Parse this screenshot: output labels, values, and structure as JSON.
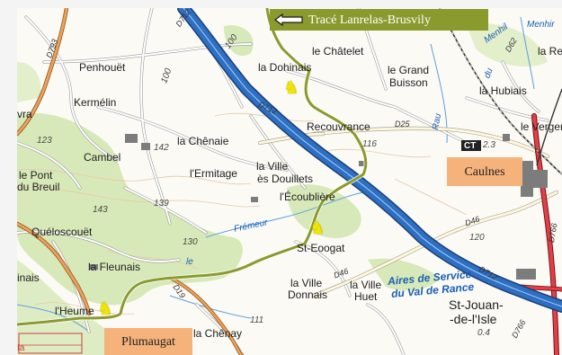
{
  "colors": {
    "track": "#8a9a2d",
    "callout": "#f5b27b",
    "motorway": "#2f6fc0",
    "motorway_casing": "#1a3e78",
    "water": "#4a90d9",
    "forest": "#d5e8b5",
    "main_road": "#e0604a",
    "secondary_road": "#e9a15b",
    "rail": "#333333"
  },
  "icons": {
    "track_arrow": "left-arrow-icon",
    "horse": "horse-icon"
  },
  "callouts": {
    "track": "Tracé Lanrelas-Brusvily",
    "caulnes": "Caulnes",
    "plumaugat": "Plumaugat"
  },
  "places": [
    "Penhouët",
    "Kermélin",
    "Cambel",
    "le Pont",
    "du Breuil",
    "Quéloscouët",
    "la Fleunais",
    "l'Heume",
    "la Chênaie",
    "l'Ermitage",
    "la Ville",
    "ès Douillets",
    "l'Écoublière",
    "St-Eoogat",
    "la Ville",
    "Donnais",
    "la Ville",
    "Huet",
    "St-Jouan-",
    "-de-l'Isle",
    "le Châtelet",
    "la Dohinais",
    "le Grand",
    "Buisson",
    "la Hubiais",
    "Recouvrance",
    "le Verger",
    "la Re",
    "Menhir",
    "vra",
    "inais",
    "la Chênay",
    "Ia"
  ],
  "roads": [
    "D793",
    "D712",
    "D712",
    "D25",
    "D46",
    "D46",
    "D712",
    "D766",
    "D19",
    "D62",
    "D766"
  ],
  "spot_heights": [
    "123",
    "142",
    "139",
    "143",
    "130",
    "116",
    "100",
    "120",
    "111",
    "100",
    "2.3",
    "0.4"
  ],
  "water_labels": [
    "Frémeur",
    "le",
    "Rau",
    "du",
    "Menhil"
  ],
  "services": [
    "Aires de Service",
    "du Val de Rance"
  ],
  "badges": [
    "CT"
  ]
}
